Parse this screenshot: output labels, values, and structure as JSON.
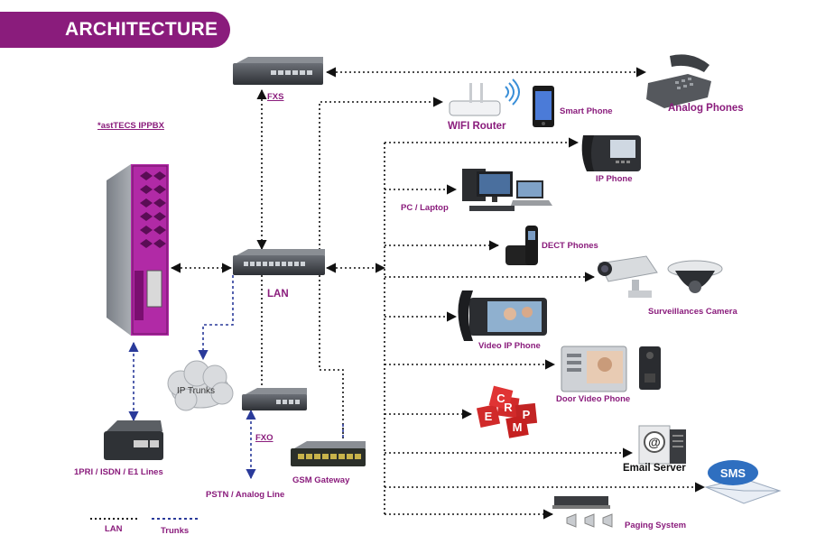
{
  "header": {
    "title": "ARCHITECTURE"
  },
  "nodes": {
    "ippbx": "*astTECS IPPBX",
    "fxs": "FXS",
    "lan": "LAN",
    "fxo": "FXO",
    "ip_trunks": "IP Trunks",
    "pri": "1PRI / ISDN / E1 Lines",
    "pstn": "PSTN / Analog Line",
    "gsm": "GSM Gateway",
    "wifi": "WIFI Router",
    "smart_phone": "Smart Phone",
    "analog_phones": "Analog Phones",
    "ip_phone": "IP Phone",
    "pc": "PC / Laptop",
    "dect": "DECT Phones",
    "camera": "Surveillances Camera",
    "video_phone": "Video IP Phone",
    "door_phone": "Door Video Phone",
    "erp_letters": [
      "E",
      "R",
      "P",
      "C",
      "M"
    ],
    "email": "Email Server",
    "sms": "SMS",
    "paging": "Paging System"
  },
  "legend": {
    "lan": "LAN",
    "trunks": "Trunks"
  },
  "colors": {
    "accent": "#8a1c7c",
    "lan_line": "#111111",
    "trunk_line": "#2a3a9a",
    "banner_text": "#ffffff"
  }
}
